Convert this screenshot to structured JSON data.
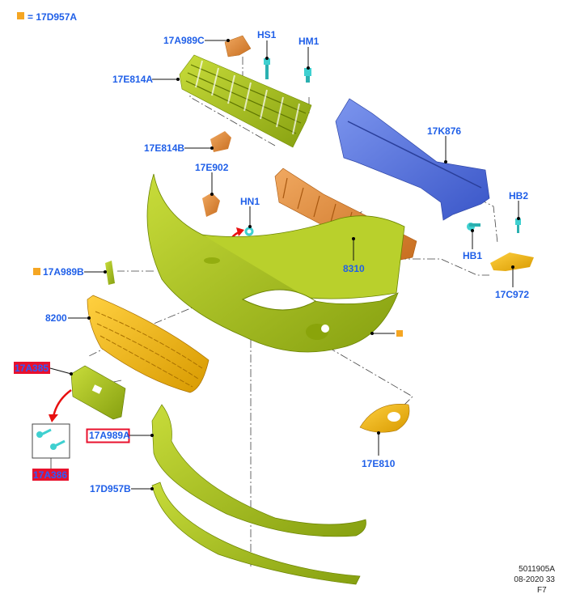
{
  "legend": {
    "marker_color": "#f5a623",
    "text": "= 17D957A"
  },
  "labels": {
    "p17A989C": "17A989C",
    "HS1": "HS1",
    "HM1": "HM1",
    "p17E814A": "17E814A",
    "p17E814B": "17E814B",
    "p17K876": "17K876",
    "p17E902": "17E902",
    "HN1": "HN1",
    "HB2": "HB2",
    "HB1": "HB1",
    "p8310": "8310",
    "p17C972": "17C972",
    "p17A989B": "17A989B",
    "p8200": "8200",
    "p17A385": "17A385",
    "p17A386": "17A386",
    "p17A989A": "17A989A",
    "p17D957B": "17D957B",
    "p17E810": "17E810"
  },
  "highlight": {
    "fill_color": "#e8112d",
    "border_color": "#e8112d",
    "highlighted": [
      "17A385",
      "17A386",
      "17A989A"
    ]
  },
  "colors": {
    "label": "#1f5fe8",
    "green_part": "#a9c41c",
    "orange_part": "#e8923a",
    "blue_part": "#5b7be0",
    "yellow_part": "#f1b400",
    "fastener": "#3fd0d0",
    "arrow": "#e81010"
  },
  "footer": {
    "line1": "5011905A",
    "line2": "08-2020 33",
    "line3": "F7"
  }
}
